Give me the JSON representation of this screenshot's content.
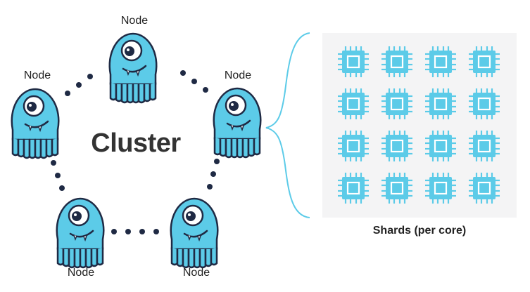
{
  "diagram": {
    "center_label": "Cluster",
    "nodes": [
      {
        "label": "Node"
      },
      {
        "label": "Node"
      },
      {
        "label": "Node"
      },
      {
        "label": "Node"
      },
      {
        "label": "Node"
      }
    ],
    "shards": {
      "label": "Shards (per core)",
      "rows": 4,
      "cols": 4
    },
    "colors": {
      "node_fill": "#5ccbe8",
      "node_outline": "#1f2a44",
      "chip_fill": "#5ccbe8",
      "chip_inner": "#ffffff",
      "bracket": "#5ccbe8",
      "dots": "#1f2a44",
      "panel_bg": "#f4f4f5"
    },
    "icons": [
      "octopus-mascot-icon",
      "cpu-chip-icon"
    ]
  }
}
